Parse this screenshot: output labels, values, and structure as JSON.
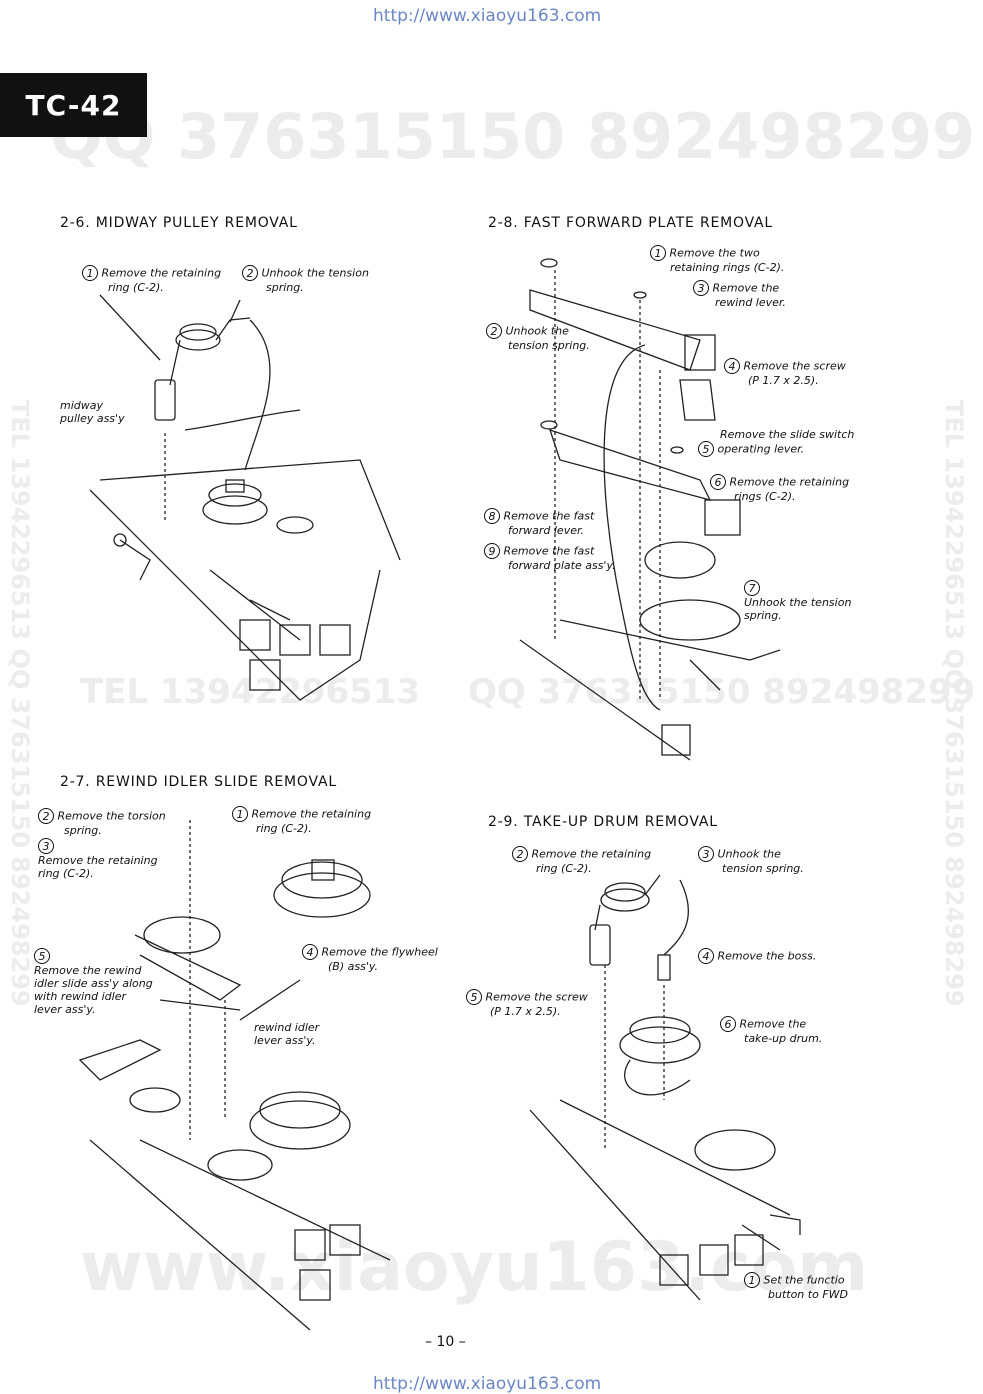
{
  "header": {
    "url_top": "http://www.xiaoyu163.com",
    "model": "TC-42"
  },
  "watermarks": {
    "qq_top": "QQ 376315150   892498299",
    "tel_mid": "TEL 13942296513",
    "qq_mid": "QQ 376315150   892498299",
    "vertical_left": "TEL 13942296513   QQ 376315150   892498299",
    "vertical_right": "TEL 13942296513   QQ 376315150   892498299",
    "bottom": "www.xiaoyu163.com"
  },
  "sections": {
    "s26": {
      "title": "2-6.  MIDWAY PULLEY REMOVAL",
      "steps": [
        {
          "n": "1",
          "l1": "Remove the retaining",
          "l2": "ring (C-2)."
        },
        {
          "n": "2",
          "l1": "Unhook the tension",
          "l2": "spring."
        }
      ],
      "label_a": "midway",
      "label_b": "pulley ass'y"
    },
    "s27": {
      "title": "2-7.  REWIND IDLER SLIDE REMOVAL",
      "steps": [
        {
          "n": "2",
          "l1": "Remove the torsion",
          "l2": "spring."
        },
        {
          "n": "1",
          "l1": "Remove the retaining",
          "l2": "ring (C-2)."
        },
        {
          "n": "3",
          "l1": "Remove the retaining",
          "l2": "ring (C-2)."
        },
        {
          "n": "4",
          "l1": "Remove the flywheel",
          "l2": "(B) ass'y."
        },
        {
          "n": "5",
          "l1": "Remove the rewind",
          "l2": "idler slide ass'y along",
          "l3": "with rewind idler",
          "l4": "lever ass'y."
        }
      ],
      "label_a": "rewind idler",
      "label_b": "lever ass'y."
    },
    "s28": {
      "title": "2-8.  FAST FORWARD PLATE REMOVAL",
      "steps": [
        {
          "n": "1",
          "l1": "Remove the two",
          "l2": "retaining rings (C-2)."
        },
        {
          "n": "3",
          "l1": "Remove the",
          "l2": "rewind lever."
        },
        {
          "n": "2",
          "l1": "Unhook the",
          "l2": "tension spring."
        },
        {
          "n": "4",
          "l1": "Remove the screw",
          "l2": "(P 1.7 x 2.5)."
        },
        {
          "n": "5",
          "l1": "Remove the slide switch",
          "l2": "operating lever."
        },
        {
          "n": "6",
          "l1": "Remove the retaining",
          "l2": "rings (C-2)."
        },
        {
          "n": "8",
          "l1": "Remove the fast",
          "l2": "forward lever."
        },
        {
          "n": "9",
          "l1": "Remove the fast",
          "l2": "forward plate ass'y."
        },
        {
          "n": "7",
          "l1": "Unhook the tension",
          "l2": "spring."
        }
      ]
    },
    "s29": {
      "title": "2-9.  TAKE-UP DRUM REMOVAL",
      "steps": [
        {
          "n": "2",
          "l1": "Remove the retaining",
          "l2": "ring (C-2)."
        },
        {
          "n": "3",
          "l1": "Unhook the",
          "l2": "tension spring."
        },
        {
          "n": "4",
          "l1": "Remove the boss."
        },
        {
          "n": "5",
          "l1": "Remove the screw",
          "l2": "(P 1.7 x 2.5)."
        },
        {
          "n": "6",
          "l1": "Remove the",
          "l2": "take-up drum."
        },
        {
          "n": "1",
          "l1": "Set the functio",
          "l2": "button to FWD"
        }
      ]
    }
  },
  "footer": {
    "page": "– 10 –",
    "url_bottom": "http://www.xiaoyu163.com"
  }
}
